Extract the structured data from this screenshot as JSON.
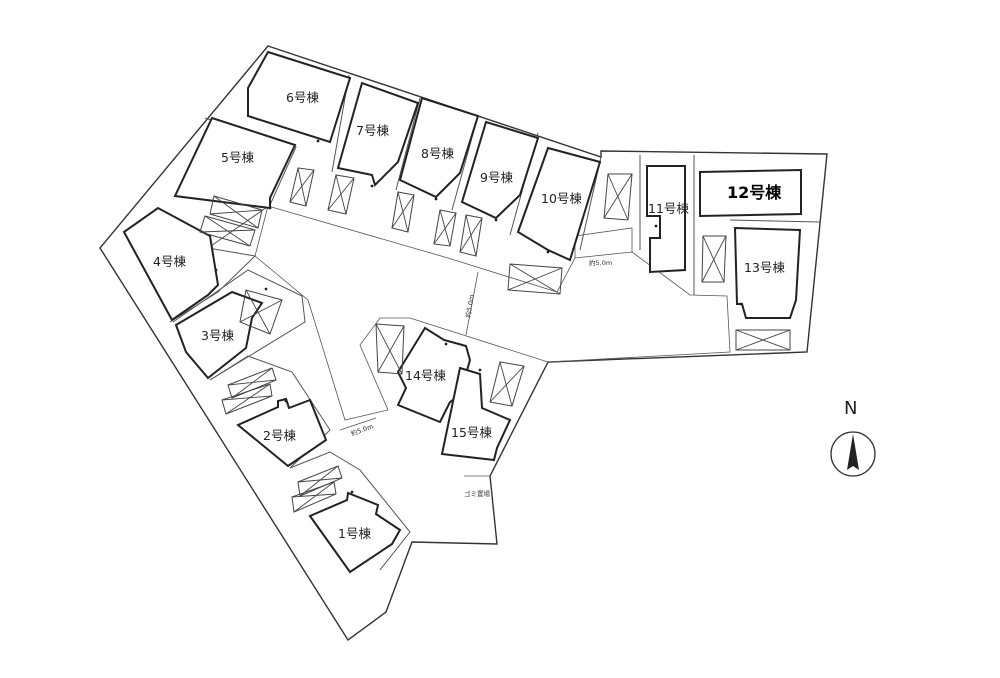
{
  "buildings": {
    "b1": "1号棟",
    "b2": "2号棟",
    "b3": "3号棟",
    "b4": "4号棟",
    "b5": "5号棟",
    "b6": "6号棟",
    "b7": "7号棟",
    "b8": "8号棟",
    "b9": "9号棟",
    "b10": "10号棟",
    "b11": "11号棟",
    "b12": "12号棟",
    "b13": "13号棟",
    "b14": "14号棟",
    "b15": "15号棟"
  },
  "annotations": {
    "road_width_a": "約5.0m",
    "road_width_b": "約5.0m",
    "road_width_c": "約5.0m",
    "garbage_area": "ゴミ置場"
  },
  "compass": {
    "letter": "N"
  },
  "colors": {
    "line": "#222222",
    "background": "#ffffff"
  }
}
